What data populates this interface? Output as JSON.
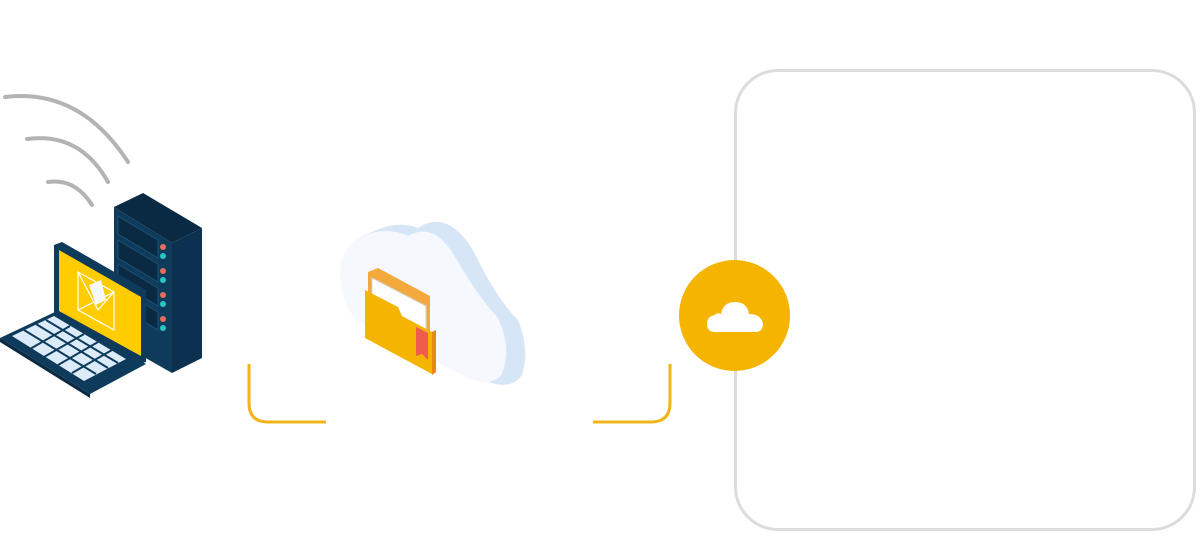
{
  "diagram": {
    "title": "",
    "nodes": [
      {
        "id": "source",
        "label": "",
        "icon": "laptop-server-wifi-icon"
      },
      {
        "id": "cloud-storage",
        "label": "",
        "icon": "cloud-folder-icon"
      },
      {
        "id": "cloud-service",
        "label": "",
        "icon": "cloud-icon"
      },
      {
        "id": "destination-panel",
        "label": ""
      }
    ],
    "edges": [
      {
        "from": "source",
        "to": "cloud-storage",
        "style": "rounded-elbow"
      },
      {
        "from": "cloud-storage",
        "to": "cloud-service",
        "style": "rounded-elbow"
      }
    ]
  },
  "colors": {
    "accent": "#F5B400",
    "connector": "#F2B418",
    "panel_border": "#DCDCDC",
    "navy": "#0E3A5B",
    "navy_dark": "#0A2A43",
    "laptop_screen": "#FFCC00",
    "cloud_light": "#F5F8FD",
    "cloud_shadow": "#D6E6F7",
    "folder": "#F5B400",
    "folder_dark": "#E68A12",
    "bookmark": "#EF5B4C",
    "led_red": "#F06A5D",
    "led_teal": "#2CC7C2",
    "wifi_gray": "#B3B3B3"
  }
}
